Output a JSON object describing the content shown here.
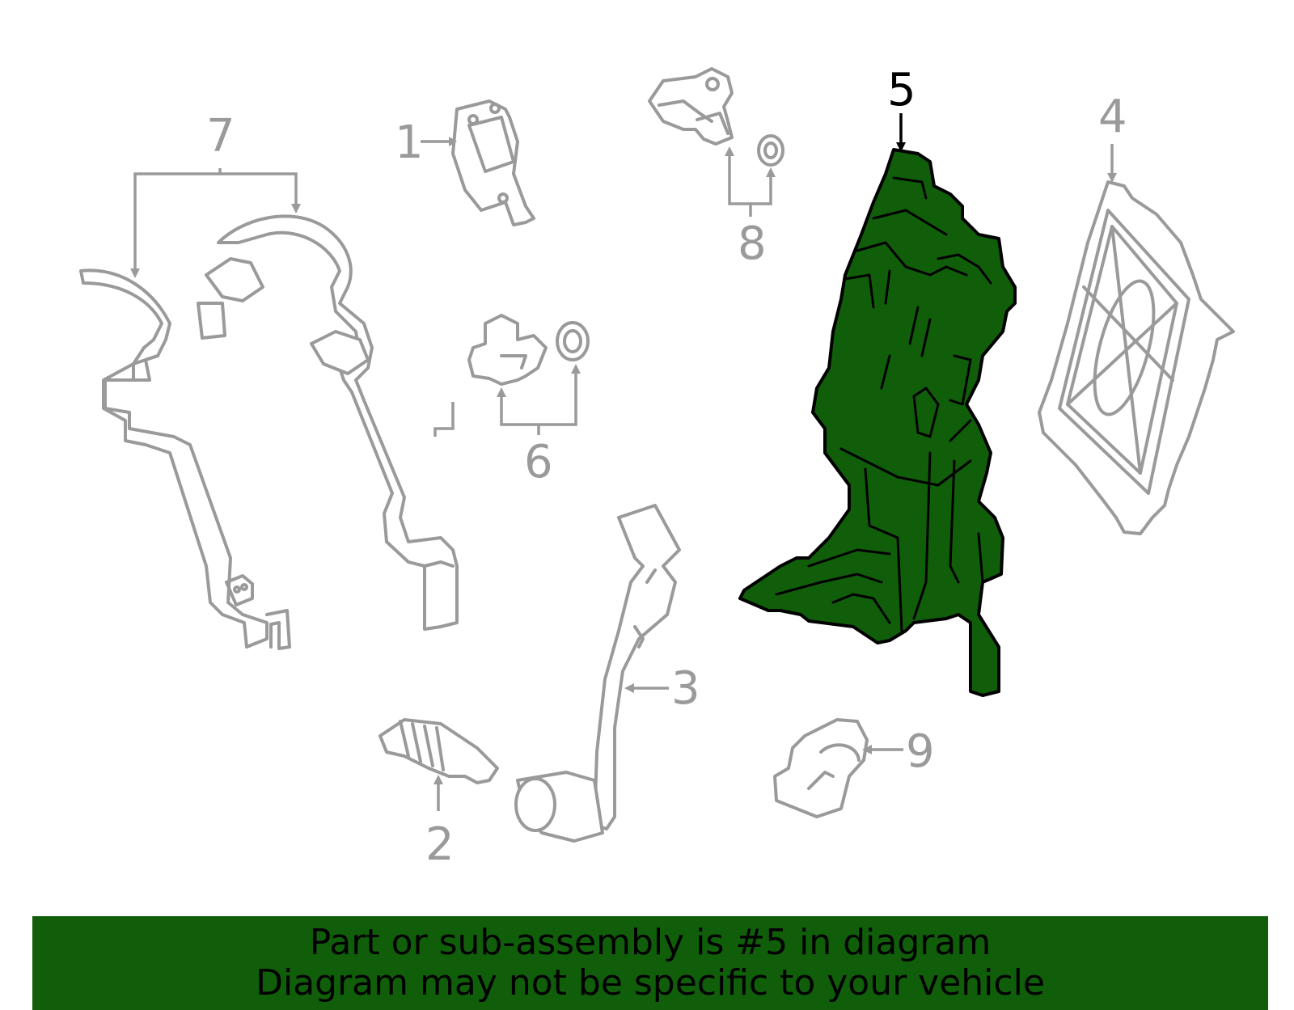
{
  "colors": {
    "highlight": "#105e0a",
    "part_outline": "#9a9a9a",
    "highlight_outline": "#000000",
    "banner_background": "#105e0a"
  },
  "callouts": {
    "c1": "1",
    "c2": "2",
    "c3": "3",
    "c4": "4",
    "c5": "5",
    "c6": "6",
    "c7": "7",
    "c8": "8",
    "c9": "9"
  },
  "highlighted_part": "5",
  "banner": {
    "line1": "Part or sub-assembly is #5 in diagram",
    "line2": "Diagram may not be specific to your vehicle"
  }
}
